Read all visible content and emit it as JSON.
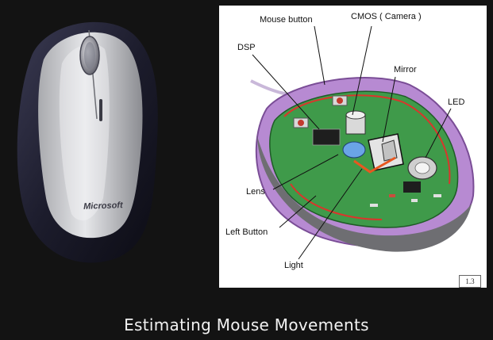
{
  "photo": {
    "brand_text": "Microsoft"
  },
  "diagram": {
    "labels": {
      "mouse_button": "Mouse button",
      "cmos": "CMOS ( Camera )",
      "dsp": "DSP",
      "mirror": "Mirror",
      "led": "LED",
      "lens": "Lens",
      "left_button": "Left Button",
      "light": "Light"
    },
    "figure_number": "1.3"
  },
  "caption": "Estimating Mouse Movements"
}
